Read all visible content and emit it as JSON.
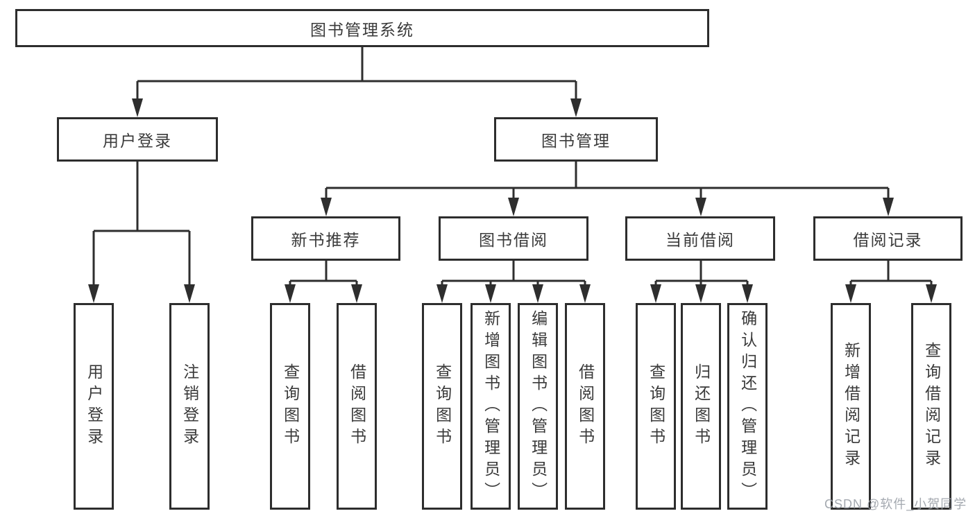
{
  "tree": {
    "label": "图书管理系统",
    "children": [
      {
        "label": "用户登录",
        "children": [
          {
            "label": "用户登录"
          },
          {
            "label": "注销登录"
          }
        ]
      },
      {
        "label": "图书管理",
        "children": [
          {
            "label": "新书推荐",
            "children": [
              {
                "label": "查询图书"
              },
              {
                "label": "借阅图书"
              }
            ]
          },
          {
            "label": "图书借阅",
            "children": [
              {
                "label": "查询图书"
              },
              {
                "label": "新增图书（管理员）"
              },
              {
                "label": "编辑图书（管理员）"
              },
              {
                "label": "借阅图书"
              }
            ]
          },
          {
            "label": "当前借阅",
            "children": [
              {
                "label": "查询图书"
              },
              {
                "label": "归还图书"
              },
              {
                "label": "确认归还（管理员）"
              }
            ]
          },
          {
            "label": "借阅记录",
            "children": [
              {
                "label": "新增借阅记录"
              },
              {
                "label": "查询借阅记录"
              }
            ]
          }
        ]
      }
    ]
  },
  "watermark": "CSDN @软件_小贺同学",
  "colors": {
    "line": "#2e2e2e",
    "box_border": "#2d2d2d",
    "text": "#3a3a3a",
    "background": "#ffffff",
    "watermark": "#9ba0a8"
  }
}
